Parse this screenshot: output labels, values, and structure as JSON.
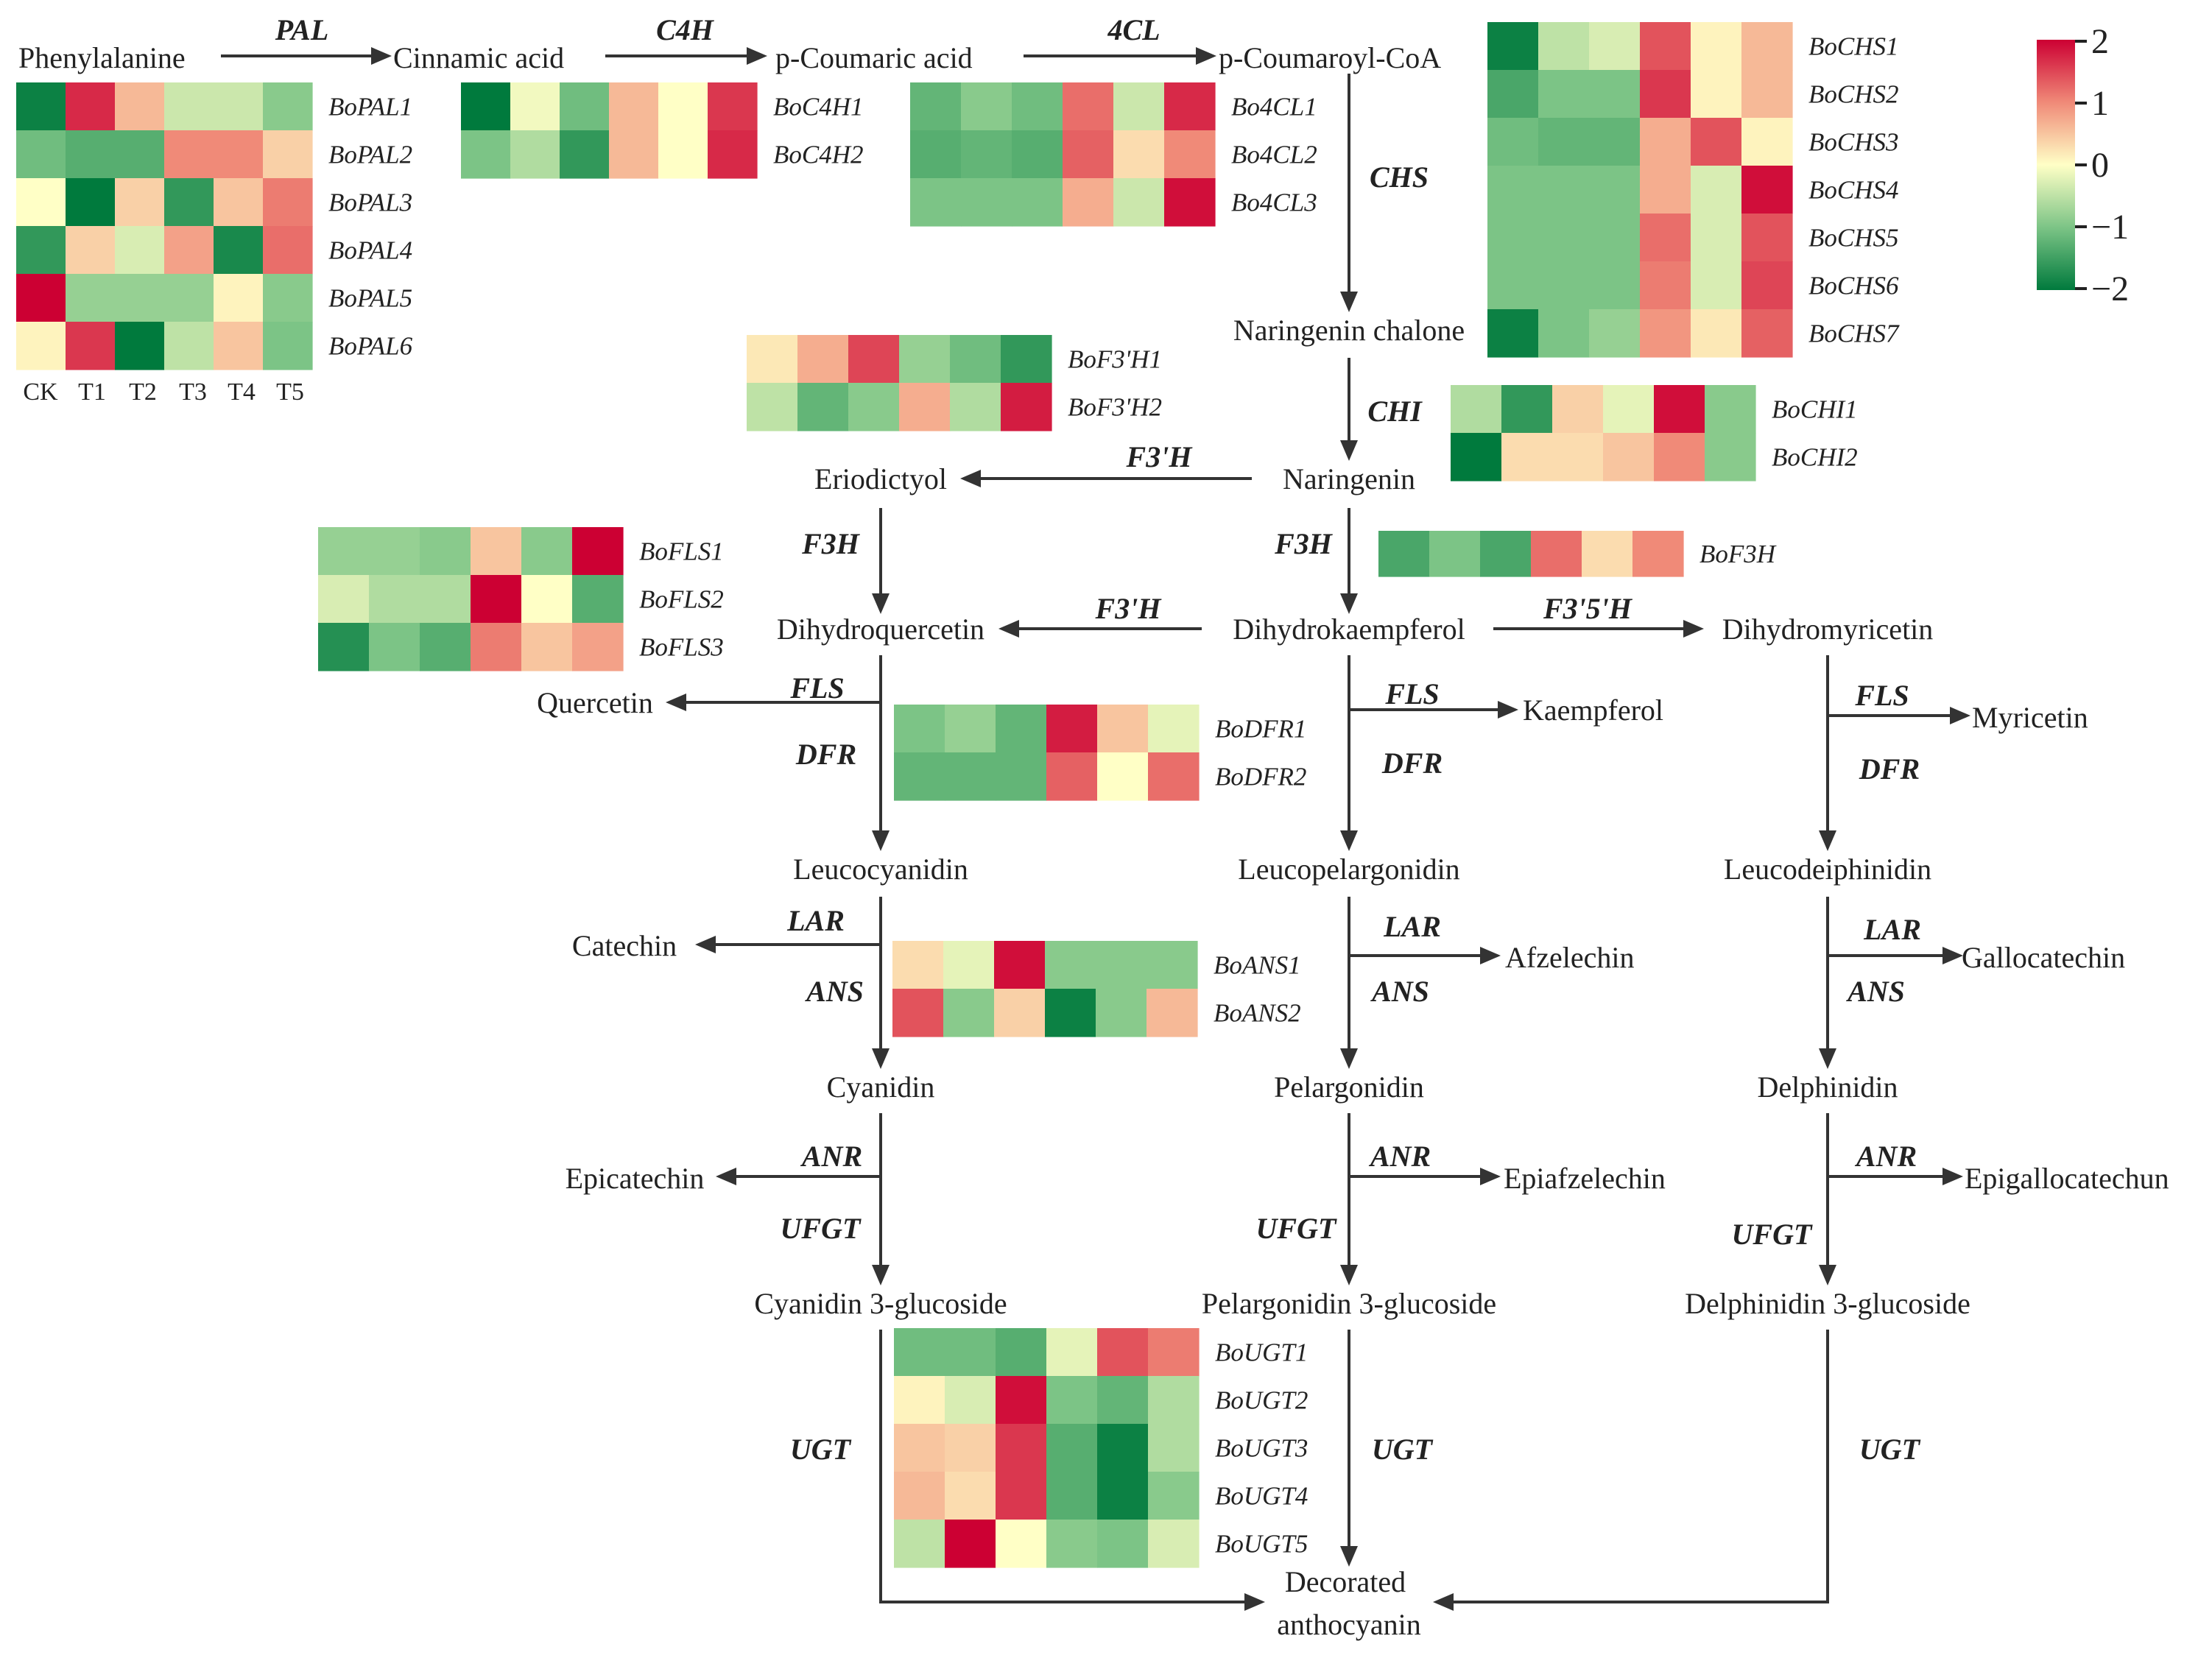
{
  "compounds": {
    "phe": "Phenylalanine",
    "cin": "Cinnamic acid",
    "pcou": "p-Coumaric acid",
    "pcoa": "p-Coumaroyl-CoA",
    "narc": "Naringenin chalone",
    "nar": "Naringenin",
    "eri": "Eriodictyol",
    "dhk": "Dihydrokaempferol",
    "dhq": "Dihydroquercetin",
    "dhm": "Dihydromyricetin",
    "que": "Quercetin",
    "kae": "Kaempferol",
    "myr": "Myricetin",
    "lcy": "Leucocyanidin",
    "lpe": "Leucopelargonidin",
    "lde": "Leucodeiphinidin",
    "cat": "Catechin",
    "afz": "Afzelechin",
    "gal": "Gallocatechin",
    "cya": "Cyanidin",
    "pel": "Pelargonidin",
    "del": "Delphinidin",
    "epc": "Epicatechin",
    "epa": "Epiafzelechin",
    "epg": "Epigallocatechun",
    "c3g": "Cyanidin 3-glucoside",
    "p3g": "Pelargonidin 3-glucoside",
    "d3g": "Delphinidin 3-glucoside",
    "dec1": "Decorated",
    "dec2": "anthocyanin"
  },
  "enzymes": {
    "pal": "PAL",
    "c4h": "C4H",
    "cl4": "4CL",
    "chs": "CHS",
    "chi": "CHI",
    "f3h_a": "F3'H",
    "f3h_b": "F3H",
    "f3h_c": "F3H",
    "f3h_d": "F3'H",
    "f35h": "F3'5'H",
    "fls_a": "FLS",
    "fls_b": "FLS",
    "fls_c": "FLS",
    "dfr_a": "DFR",
    "dfr_b": "DFR",
    "dfr_c": "DFR",
    "lar_a": "LAR",
    "lar_b": "LAR",
    "lar_c": "LAR",
    "ans_a": "ANS",
    "ans_b": "ANS",
    "ans_c": "ANS",
    "anr_a": "ANR",
    "anr_b": "ANR",
    "anr_c": "ANR",
    "ufgt_a": "UFGT",
    "ufgt_b": "UFGT",
    "ufgt_c": "UFGT",
    "ugt_a": "UGT",
    "ugt_b": "UGT",
    "ugt_c": "UGT"
  },
  "samples": [
    "CK",
    "T1",
    "T2",
    "T3",
    "T4",
    "T5"
  ],
  "color_scale": {
    "low": "#007A3D",
    "mid": "#FFFFC6",
    "high": "#CC0033",
    "ticks": [
      "2",
      "1",
      "0",
      "−1",
      "−2"
    ]
  },
  "heatmaps": {
    "pal": {
      "genes": [
        "BoPAL1",
        "BoPAL2",
        "BoPAL3",
        "BoPAL4",
        "BoPAL5",
        "BoPAL6"
      ],
      "values": [
        [
          -1.9,
          1.7,
          0.6,
          -0.4,
          -0.4,
          -0.9
        ],
        [
          -1.1,
          -1.3,
          -1.3,
          1.0,
          1.0,
          0.4
        ],
        [
          0.0,
          -2.0,
          0.4,
          -1.6,
          0.5,
          1.1
        ],
        [
          -1.6,
          0.4,
          -0.3,
          0.8,
          -1.8,
          1.2
        ],
        [
          2.0,
          -0.8,
          -0.8,
          -0.8,
          0.1,
          -0.9
        ],
        [
          0.1,
          1.6,
          -2.0,
          -0.5,
          0.5,
          -1.0
        ]
      ]
    },
    "c4h": {
      "genes": [
        "BoC4H1",
        "BoC4H2"
      ],
      "values": [
        [
          -2.0,
          -0.1,
          -1.1,
          0.6,
          0.0,
          1.6
        ],
        [
          -1.0,
          -0.6,
          -1.6,
          0.6,
          0.0,
          1.7
        ]
      ]
    },
    "cl4": {
      "genes": [
        "Bo4CL1",
        "Bo4CL2",
        "Bo4CL3"
      ],
      "values": [
        [
          -1.2,
          -0.9,
          -1.1,
          1.2,
          -0.4,
          1.7
        ],
        [
          -1.3,
          -1.2,
          -1.3,
          1.3,
          0.3,
          1.0
        ],
        [
          -1.0,
          -1.0,
          -1.0,
          0.7,
          -0.4,
          1.9
        ]
      ]
    },
    "chs": {
      "genes": [
        "BoCHS1",
        "BoCHS2",
        "BoCHS3",
        "BoCHS4",
        "BoCHS5",
        "BoCHS6",
        "BoCHS7"
      ],
      "values": [
        [
          -1.9,
          -0.5,
          -0.3,
          1.4,
          0.1,
          0.6
        ],
        [
          -1.4,
          -1.0,
          -1.0,
          1.6,
          0.1,
          0.6
        ],
        [
          -1.1,
          -1.2,
          -1.2,
          0.7,
          1.4,
          0.1
        ],
        [
          -1.0,
          -1.0,
          -1.0,
          0.7,
          -0.3,
          1.9
        ],
        [
          -1.0,
          -1.0,
          -1.0,
          1.2,
          -0.3,
          1.4
        ],
        [
          -1.0,
          -1.0,
          -1.0,
          1.1,
          -0.3,
          1.5
        ],
        [
          -1.9,
          -1.0,
          -0.8,
          0.9,
          0.2,
          1.3
        ]
      ]
    },
    "f3ph": {
      "genes": [
        "BoF3'H1",
        "BoF3'H2"
      ],
      "values": [
        [
          0.2,
          0.7,
          1.5,
          -0.8,
          -1.1,
          -1.6
        ],
        [
          -0.5,
          -1.2,
          -0.9,
          0.7,
          -0.6,
          1.8
        ]
      ]
    },
    "chi": {
      "genes": [
        "BoCHI1",
        "BoCHI2"
      ],
      "values": [
        [
          -0.6,
          -1.6,
          0.4,
          -0.2,
          1.9,
          -0.9
        ],
        [
          -2.0,
          0.3,
          0.3,
          0.5,
          1.0,
          -0.9
        ]
      ]
    },
    "fls": {
      "genes": [
        "BoFLS1",
        "BoFLS2",
        "BoFLS3"
      ],
      "values": [
        [
          -0.8,
          -0.8,
          -0.9,
          0.5,
          -0.9,
          2.0
        ],
        [
          -0.3,
          -0.6,
          -0.6,
          2.0,
          0.0,
          -1.3
        ],
        [
          -1.7,
          -1.0,
          -1.3,
          1.1,
          0.5,
          0.8
        ]
      ]
    },
    "f3h": {
      "genes": [
        "BoF3H"
      ],
      "values": [
        [
          -1.4,
          -1.0,
          -1.4,
          1.2,
          0.3,
          1.0
        ]
      ]
    },
    "dfr": {
      "genes": [
        "BoDFR1",
        "BoDFR2"
      ],
      "values": [
        [
          -1.0,
          -0.8,
          -1.2,
          1.8,
          0.5,
          -0.2
        ],
        [
          -1.2,
          -1.2,
          -1.2,
          1.3,
          0.0,
          1.2
        ]
      ]
    },
    "ans": {
      "genes": [
        "BoANS1",
        "BoANS2"
      ],
      "values": [
        [
          0.3,
          -0.2,
          1.9,
          -0.9,
          -0.9,
          -0.9
        ],
        [
          1.4,
          -0.9,
          0.4,
          -1.9,
          -0.9,
          0.6
        ]
      ]
    },
    "ugt": {
      "genes": [
        "BoUGT1",
        "BoUGT2",
        "BoUGT3",
        "BoUGT4",
        "BoUGT5"
      ],
      "values": [
        [
          -1.1,
          -1.1,
          -1.3,
          -0.2,
          1.4,
          1.1
        ],
        [
          0.1,
          -0.3,
          1.9,
          -1.0,
          -1.2,
          -0.6
        ],
        [
          0.5,
          0.4,
          1.6,
          -1.3,
          -1.9,
          -0.6
        ],
        [
          0.6,
          0.3,
          1.6,
          -1.3,
          -1.9,
          -0.9
        ],
        [
          -0.5,
          2.0,
          0.0,
          -0.9,
          -1.0,
          -0.3
        ]
      ]
    }
  }
}
